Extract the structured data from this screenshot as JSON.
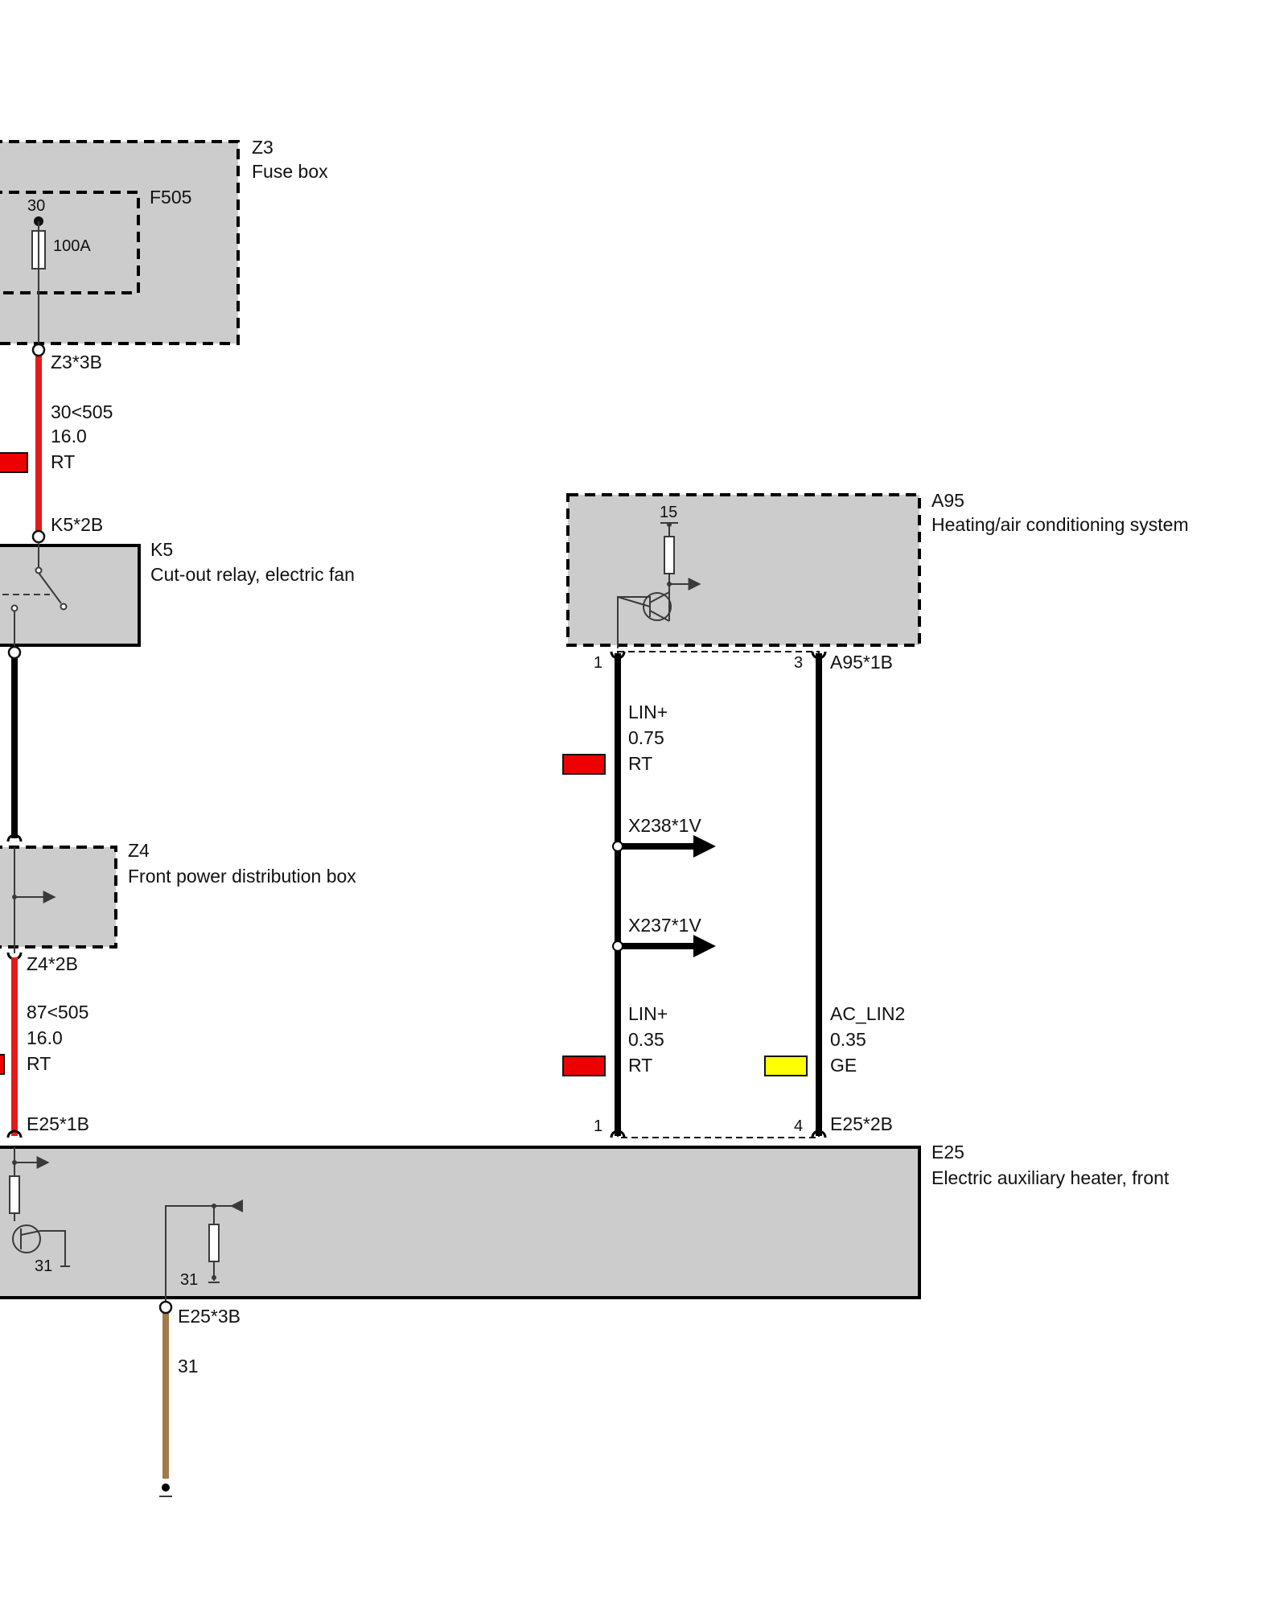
{
  "colors": {
    "box_fill": "#cccccc",
    "wire_black": "#000000",
    "wire_red": "#e41b1b",
    "wire_brown": "#a17a48",
    "swatch_red": "#ee0000",
    "swatch_yellow": "#ffff00"
  },
  "components": {
    "z3": {
      "id": "Z3",
      "name": "Fuse box"
    },
    "f505": {
      "id": "F505",
      "terminal": "30",
      "rating": "100A"
    },
    "k5": {
      "id": "K5",
      "name": "Cut-out relay, electric fan"
    },
    "z4": {
      "id": "Z4",
      "name": "Front power distribution box"
    },
    "a95": {
      "id": "A95",
      "name": "Heating/air conditioning system",
      "terminal": "15"
    },
    "e25": {
      "id": "E25",
      "name": "Electric auxiliary heater, front",
      "ground1": "31",
      "ground2": "31"
    }
  },
  "connectors": {
    "z3_3b": "Z3*3B",
    "k5_2b": "K5*2B",
    "z4_2b": "Z4*2B",
    "e25_1b": "E25*1B",
    "e25_2b": "E25*2B",
    "e25_3b": "E25*3B",
    "a95_1b": "A95*1B",
    "x238": "X238*1V",
    "x237": "X237*1V"
  },
  "pins": {
    "a95_1": "1",
    "a95_3": "3",
    "e25_1": "1",
    "e25_4": "4"
  },
  "wires": {
    "w1": {
      "signal": "30<505",
      "size": "16.0",
      "color_code": "RT"
    },
    "w2": {
      "signal": "87<505",
      "size": "16.0",
      "color_code": "RT"
    },
    "w3": {
      "signal": "LIN+",
      "size": "0.75",
      "color_code": "RT"
    },
    "w4": {
      "signal": "LIN+",
      "size": "0.35",
      "color_code": "RT"
    },
    "w5": {
      "signal": "AC_LIN2",
      "size": "0.35",
      "color_code": "GE"
    },
    "w6": {
      "signal": "31"
    }
  }
}
